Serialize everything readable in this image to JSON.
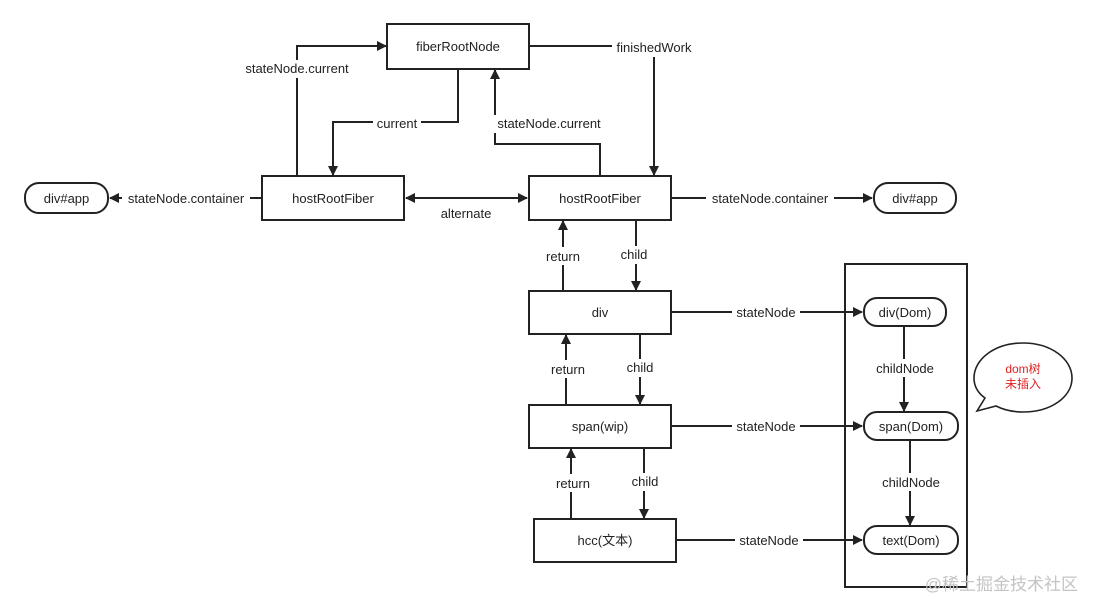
{
  "nodes": {
    "fiber_root_node": "fiberRootNode",
    "host_root_fiber_old": "hostRootFiber",
    "host_root_fiber_new": "hostRootFiber",
    "div_app_left": "div#app",
    "div_app_right": "div#app",
    "div_fiber": "div",
    "span_fiber": "span(wip)",
    "hcc_fiber": "hcc(文本)",
    "div_dom": "div(Dom)",
    "span_dom": "span(Dom)",
    "text_dom": "text(Dom)"
  },
  "edges": {
    "state_node_current_left": "stateNode.current",
    "current": "current",
    "finished_work": "finishedWork",
    "state_node_current_right": "stateNode.current",
    "state_node_container_left": "stateNode.container",
    "state_node_container_right": "stateNode.container",
    "alternate": "alternate",
    "child_1": "child",
    "return_1": "return",
    "child_2": "child",
    "return_2": "return",
    "child_3": "child",
    "return_3": "return",
    "state_node_div": "stateNode",
    "state_node_span": "stateNode",
    "state_node_hcc": "stateNode",
    "child_node_1": "childNode",
    "child_node_2": "childNode"
  },
  "callout": {
    "line1": "dom树",
    "line2": "未插入",
    "color": "#e02020"
  },
  "watermark": "@稀土掘金技术社区"
}
